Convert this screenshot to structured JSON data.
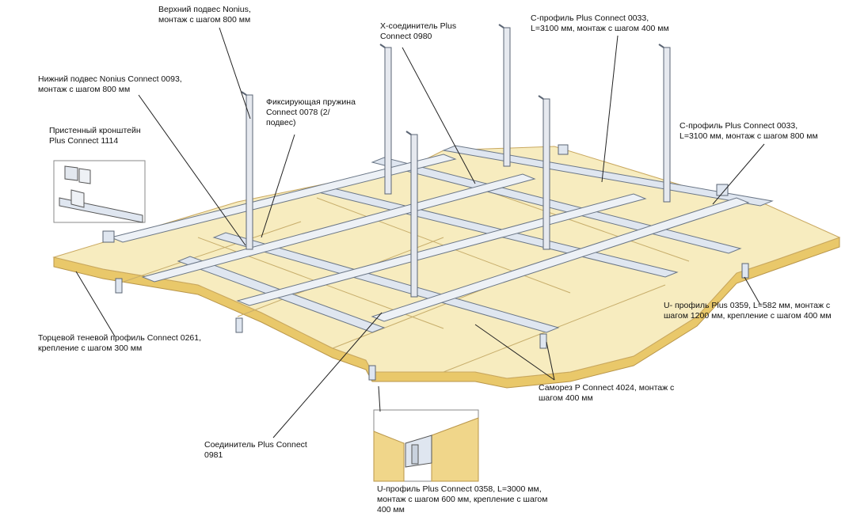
{
  "labels": {
    "top_hanger": [
      "Верхний подвес Nonius,",
      "монтаж с шагом 800 мм"
    ],
    "x_connector": [
      "Х-соединитель Plus",
      "Connect 0980"
    ],
    "c_profile_400": [
      "С-профиль Plus Connect 0033,",
      "L=3100 мм, монтаж с шагом 400 мм"
    ],
    "bottom_hanger": [
      "Нижний подвес Nonius Connect 0093,",
      "монтаж с шагом 800 мм"
    ],
    "spring": [
      "Фиксирующая пружина",
      "Connect 0078 (2/",
      "подвес)"
    ],
    "wall_bracket": [
      "Пристенный кронштейн",
      "Plus Connect 1114"
    ],
    "c_profile_800": [
      "С-профиль Plus Connect 0033,",
      "L=3100 мм, монтаж с шагом 800 мм"
    ],
    "u_profile_0359": [
      "U- профиль Plus 0359, L=582 мм, монтаж с",
      "шагом 1200 мм, крепление с шагом 400 мм"
    ],
    "shadow_profile": [
      "Торцевой теневой профиль Connect 0261,",
      "крепление с шагом 300 мм"
    ],
    "screw": [
      "Саморез P Connect 4024, монтаж с",
      "шагом 400 мм"
    ],
    "connector_0981": [
      "Соединитель Plus Connect",
      "0981"
    ],
    "u_profile_0358": [
      "U-профиль Plus Connect 0358, L=3000 мм,",
      "монтаж с шагом 600 мм, крепление с шагом",
      "400 мм"
    ]
  },
  "colors": {
    "panel": "#f7ecbf",
    "panel_edge": "#e9c86a",
    "profile": "#dfe6f0",
    "profile_edge": "#6a7686",
    "rod": "#e6e9ef",
    "line": "#222222"
  }
}
